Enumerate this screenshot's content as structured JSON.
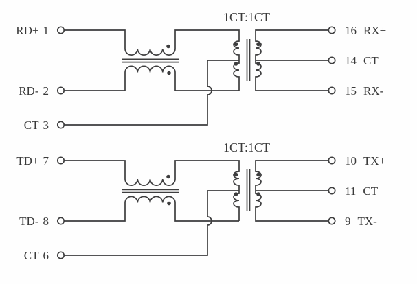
{
  "diagram": {
    "title": "lan-magnetics-schematic",
    "colors": {
      "background": "#fefefe",
      "line": "#3d3d3e",
      "text": "#3a3a3a"
    },
    "channels": [
      {
        "id": "receive",
        "ratio_label": "1CT:1CT",
        "left_pins": [
          {
            "name": "RD+",
            "num": "1"
          },
          {
            "name": "RD-",
            "num": "2"
          },
          {
            "name": "CT",
            "num": "3"
          }
        ],
        "right_pins": [
          {
            "num": "16",
            "name": "RX+"
          },
          {
            "num": "14",
            "name": "CT"
          },
          {
            "num": "15",
            "name": "RX-"
          }
        ]
      },
      {
        "id": "transmit",
        "ratio_label": "1CT:1CT",
        "left_pins": [
          {
            "name": "TD+",
            "num": "7"
          },
          {
            "name": "TD-",
            "num": "8"
          },
          {
            "name": "CT",
            "num": "6"
          }
        ],
        "right_pins": [
          {
            "num": "10",
            "name": "TX+"
          },
          {
            "num": "11",
            "name": "CT"
          },
          {
            "num": "9",
            "name": "TX-"
          }
        ]
      }
    ]
  }
}
